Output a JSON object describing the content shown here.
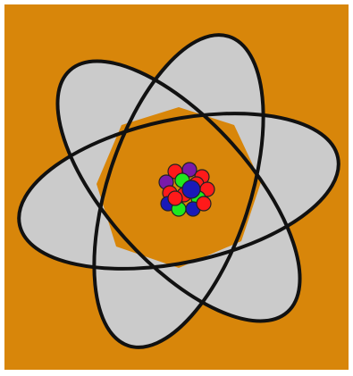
{
  "image": {
    "subject": "atom-illustration",
    "colors": {
      "background": "#d8860a",
      "frame": "#ffffff",
      "orbit_fill": "#cbcbcb",
      "orbit_stroke": "#111111",
      "proton": "#ff1a1a",
      "neutron_green": "#1ee81e",
      "neutron_blue": "#1a1ab8",
      "neutron_purple": "#7a1aa8",
      "nucleon_stroke": "#222222"
    },
    "orbit_count": 3,
    "nucleon_count": 16
  }
}
